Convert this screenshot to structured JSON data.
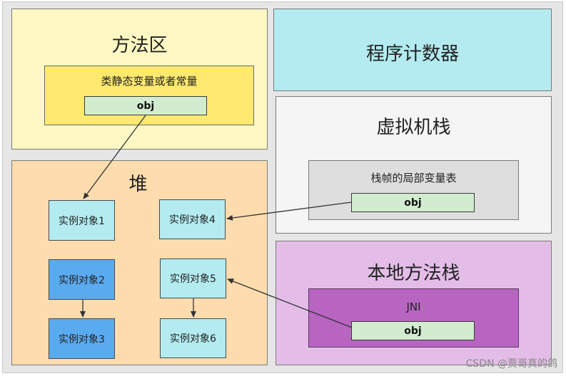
{
  "method_area": {
    "title": "方法区",
    "inner_label": "类静态变量或者常量",
    "obj": "obj"
  },
  "program_counter": {
    "title": "程序计数器"
  },
  "heap": {
    "title": "堆",
    "objects": [
      "实例对象1",
      "实例对象2",
      "实例对象3",
      "实例对象4",
      "实例对象5",
      "实例对象6"
    ]
  },
  "vm_stack": {
    "title": "虚拟机栈",
    "inner_label": "栈帧的局部变量表",
    "obj": "obj"
  },
  "native_stack": {
    "title": "本地方法栈",
    "inner_label": "JNI",
    "obj": "obj"
  },
  "watermark": "CSDN @贾哥真的鸽",
  "colors": {
    "method_area": "#fff8c4",
    "method_inner": "#ffe96e",
    "program_counter": "#b3ebf0",
    "heap": "#ffdcae",
    "vm_stack": "#f5f5f5",
    "vm_inner": "#dedede",
    "native_stack": "#e3bde8",
    "native_inner": "#b865c2",
    "obj": "#d2ecd0",
    "instance_light": "#b3ebf0",
    "instance_blue": "#5aaaf0"
  }
}
